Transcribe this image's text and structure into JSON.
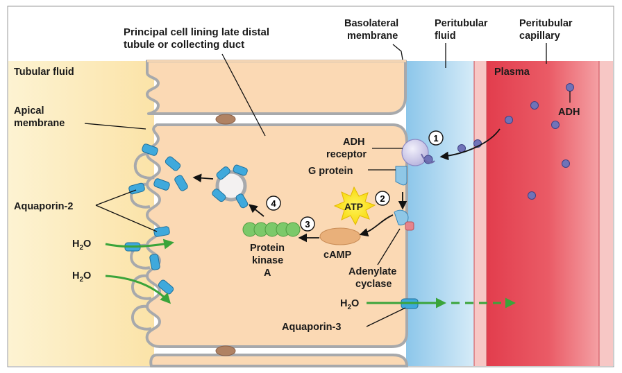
{
  "labels": {
    "principal_cell_line1": "Principal cell lining late distal",
    "principal_cell_line2": "tubule or collecting duct",
    "basolateral_line1": "Basolateral",
    "basolateral_line2": "membrane",
    "peritubular_fluid_line1": "Peritubular",
    "peritubular_fluid_line2": "fluid",
    "peritubular_capillary_line1": "Peritubular",
    "peritubular_capillary_line2": "capillary",
    "tubular_fluid": "Tubular fluid",
    "plasma": "Plasma",
    "apical_line1": "Apical",
    "apical_line2": "membrane",
    "adh": "ADH",
    "adh_receptor_line1": "ADH",
    "adh_receptor_line2": "receptor",
    "g_protein": "G protein",
    "atp": "ATP",
    "camp": "cAMP",
    "adenylate_line1": "Adenylate",
    "adenylate_line2": "cyclase",
    "protein_kinase_line1": "Protein",
    "protein_kinase_line2": "kinase",
    "protein_kinase_line3": "A",
    "aquaporin2": "Aquaporin-2",
    "aquaporin3": "Aquaporin-3",
    "h2o_base": "H",
    "h2o_sub": "2",
    "h2o_tail": "O"
  },
  "steps": [
    "1",
    "2",
    "3",
    "4"
  ],
  "colors": {
    "tubular_fluid": "#fbe7b4",
    "cell": "#fbd9b4",
    "peritubular_fluid": "#a9d4ee",
    "plasma": "#e4505a",
    "membrane": "#a7a9ac",
    "aquaporin": "#3fa9dc",
    "green_arrow": "#3aa43a",
    "adh_dot": "#7073b8"
  }
}
